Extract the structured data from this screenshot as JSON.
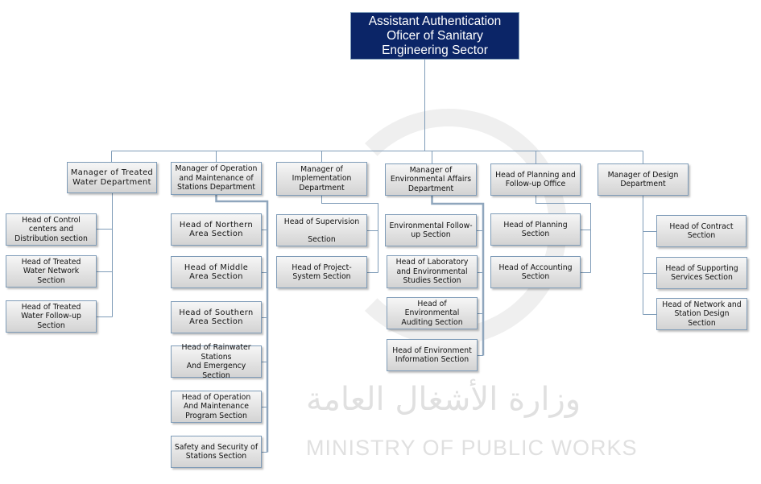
{
  "watermark": {
    "arabic": "وزارة الأشغال العامة",
    "english": "MINISTRY OF PUBLIC WORKS"
  },
  "root": "Assistant Authentication\nOficer of Sanitary\nEngineering Sector",
  "colors": {
    "root_bg": "#0b2567",
    "line": "#7f9cb8",
    "box_border": "#7f9cb8"
  },
  "departments": [
    {
      "title": "Manager of Treated\nWater Department",
      "children": [
        "Head of Control\ncenters and\nDistribution section",
        "Head of Treated\nWater Network\nSection",
        "Head of Treated\nWater Follow-up\nSection"
      ]
    },
    {
      "title": "Manager of Operation\nand Maintenance of\nStations Department",
      "children": [
        "Head of Northern\nArea Section",
        "Head of Middle\nArea Section",
        "Head of Southern\nArea Section",
        "Head of Rainwater\nStations\nAnd Emergency Section",
        "Head of Operation\nAnd Maintenance\nProgram Section",
        "Safety and Security of\nStations Section"
      ]
    },
    {
      "title": "Manager of\nImplementation\nDepartment",
      "children": [
        "Head of Supervision\n\nSection",
        "Head of Project-\nSystem Section"
      ]
    },
    {
      "title": "Manager of\nEnvironmental Affairs\nDepartment",
      "children": [
        "Environmental Follow-\nup Section",
        "Head of Laboratory\nand Environmental\nStudies Section",
        "Head of\nEnvironmental\nAuditing Section",
        "Head of Environment\nInformation Section"
      ]
    },
    {
      "title": "Head of Planning and\nFollow-up Office",
      "children": [
        "Head of Planning\nSection",
        "Head of Accounting\nSection"
      ]
    },
    {
      "title": "Manager of Design\nDepartment",
      "children": [
        "Head of Contract\nSection",
        "Head of Supporting\nServices Section",
        "Head of Network and\nStation Design Section"
      ]
    }
  ]
}
